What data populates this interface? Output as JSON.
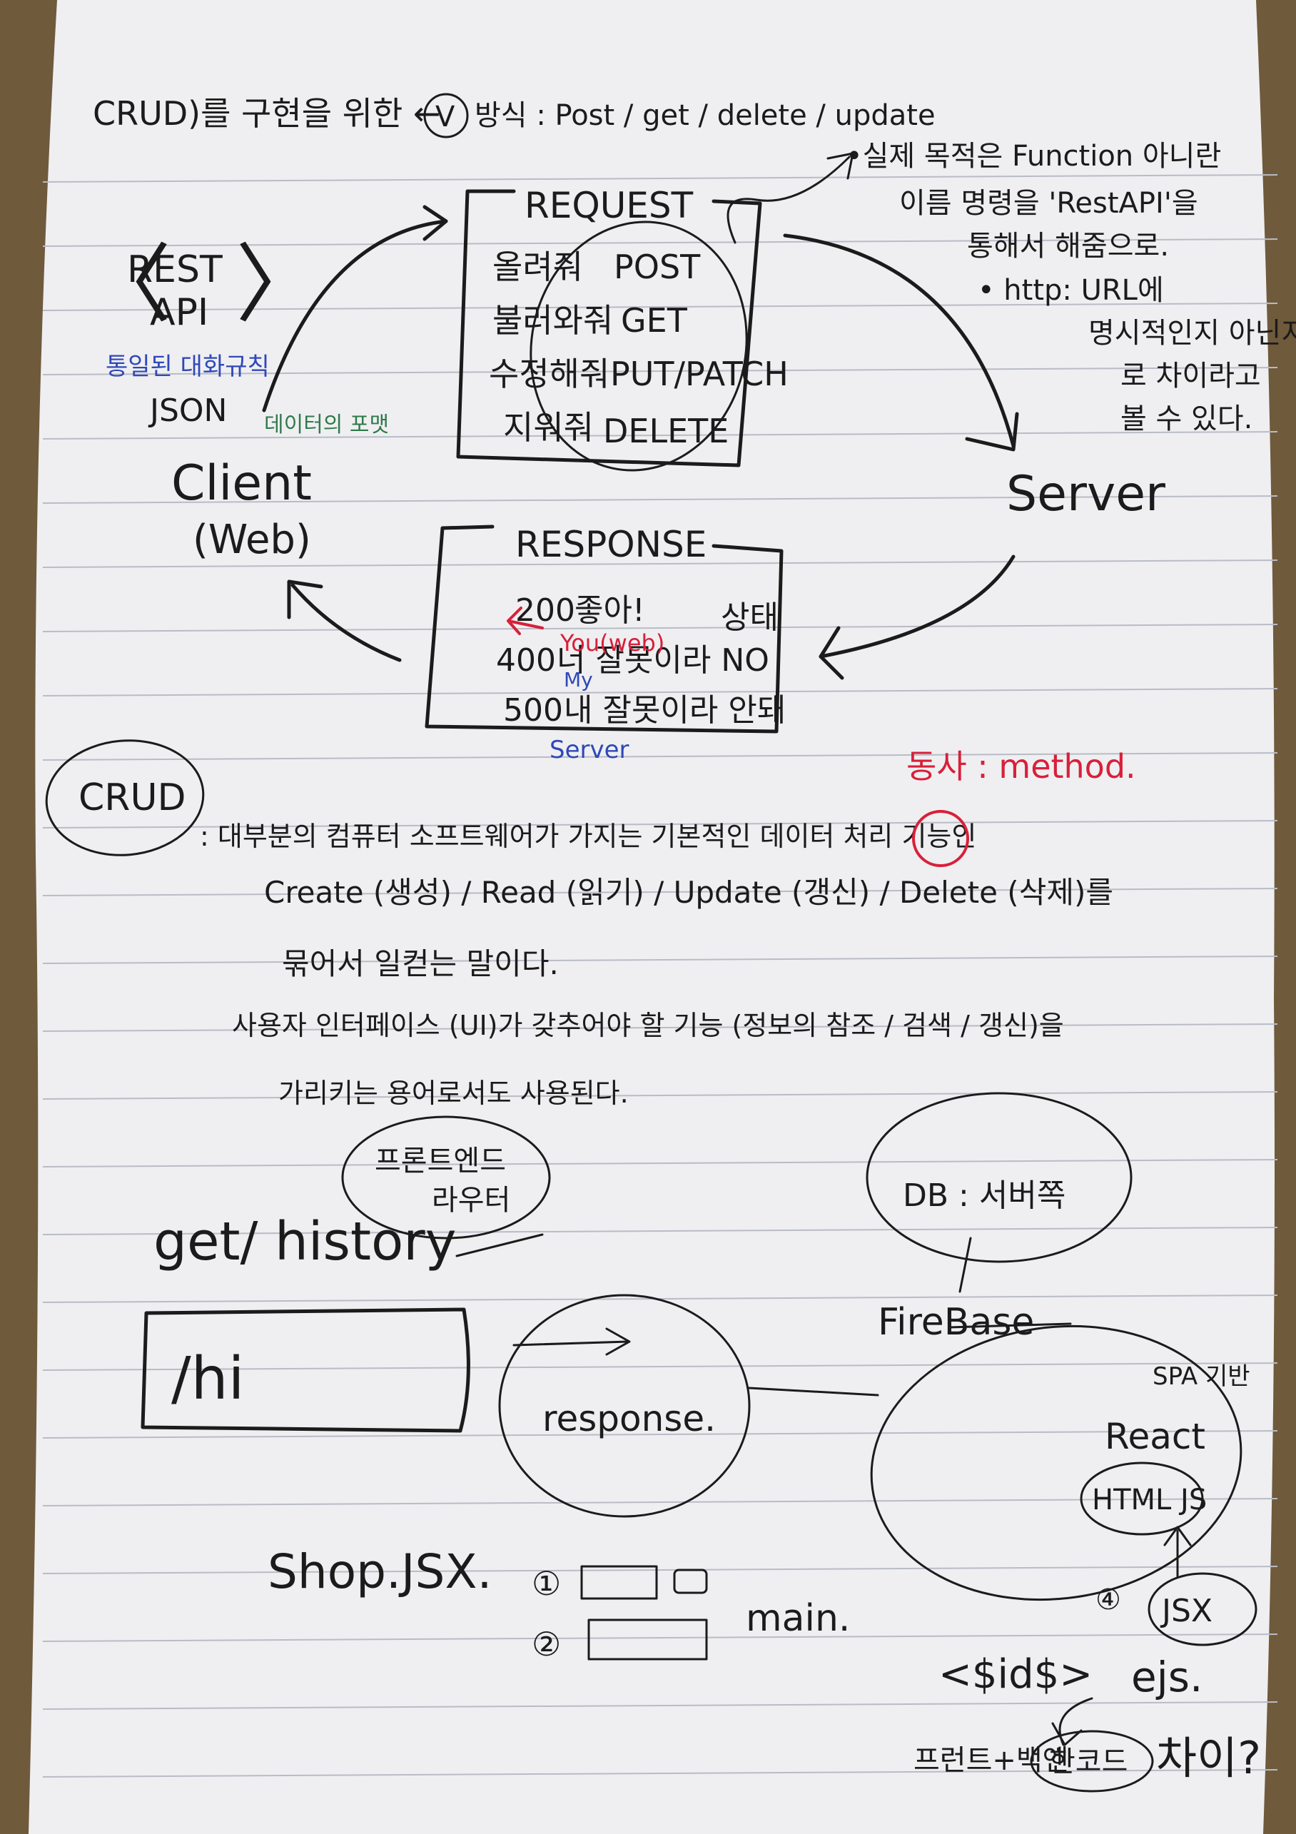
{
  "title_line": {
    "prefix": "CRUD)를 구현을 위한 ←",
    "v_mark": "V",
    "methods": "방식 : Post / get / delete / update"
  },
  "side_note": {
    "line1": "•실제 목적은 Function 아니란",
    "line2": "이름 명령을 'RestAPI'을",
    "line3": "통해서 해줌으로.",
    "line4": "• http: URL에",
    "line5": "명시적인지 아닌지",
    "line6": "로 차이라고",
    "line7": "볼 수 있다."
  },
  "rest_api": {
    "label_line1": "REST",
    "label_line2": "API",
    "note_blue": "통일된 대화규칙",
    "note_json": "JSON",
    "note_green": "데이터의 포맷",
    "client": "Client",
    "client_sub": "(Web)",
    "server": "Server"
  },
  "request": {
    "title": "REQUEST",
    "rows": [
      {
        "korean": "올려줘",
        "method": "POST"
      },
      {
        "korean": "불러와줘",
        "method": "GET"
      },
      {
        "korean": "수정해줘",
        "method": "PUT/PATCH"
      },
      {
        "korean": "지워줘",
        "method": "DELETE"
      }
    ]
  },
  "response": {
    "title": "RESPONSE",
    "rows": [
      {
        "code": "200",
        "text": "좋아!",
        "right": "상태"
      },
      {
        "code": "400",
        "text": "너 잘못이라 NO",
        "right": ""
      },
      {
        "code": "500",
        "text": "내 잘못이라 안돼",
        "right": ""
      }
    ],
    "red_note": "You(web)",
    "blue_note": "My",
    "blue_server": "Server"
  },
  "crud": {
    "circled": "CRUD",
    "line1": ": 대부분의 컴퓨터 소프트웨어가 가지는 기본적인 데이터 처리 기능인",
    "verb_note": "동사 : method.",
    "line2": "Create (생성) / Read (읽기) / Update (갱신) / Delete (삭제)를",
    "line3": "묶어서 일컫는 말이다.",
    "line4": "사용자 인터페이스 (UI)가 갖추어야 할 기능 (정보의 참조 / 검색 / 갱신)을",
    "line5": "가리키는 용어로서도 사용된다."
  },
  "bottom": {
    "router_bubble_line1": "프론트엔드",
    "router_bubble_line2": "라우터",
    "get_history": "get/ history",
    "hi_box": "/hi",
    "response_bubble": "response.",
    "db_bubble": "DB : 서버쪽",
    "firebase": "FireBase",
    "spa": "SPA 기반",
    "react": "React",
    "html_js": "HTML JS",
    "jsx_circle": "JSX",
    "num_mark": "④",
    "ejs_tag": "<$id$>",
    "ejs": "ejs.",
    "shop_jsx": "Shop.JSX.",
    "list1": "①",
    "list2": "②",
    "main": "main.",
    "bottom_question_prefix": "프런트+백엔",
    "bottom_question_circled": "한코드",
    "bottom_question_suffix": "차이?"
  }
}
